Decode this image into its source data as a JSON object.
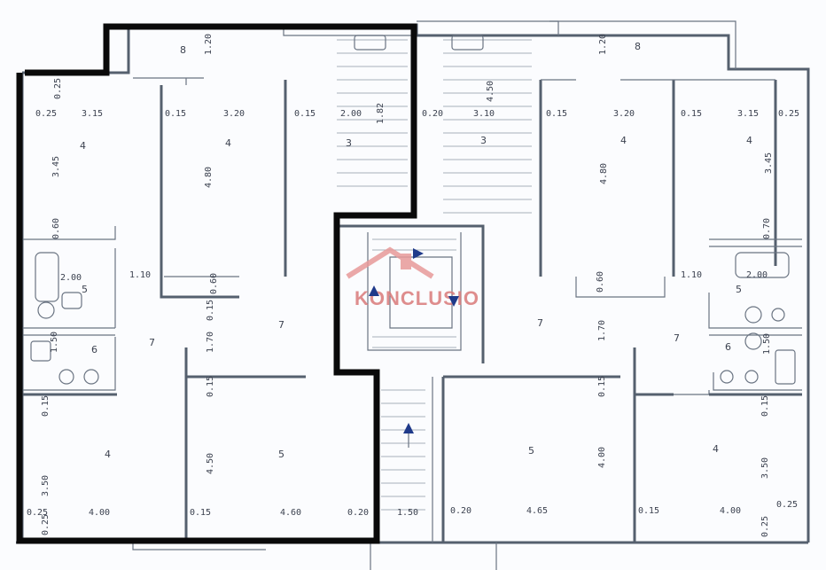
{
  "watermark_text": "KONCLUSIO",
  "colors": {
    "paper": "#fbfcfe",
    "wall": "#55606e",
    "highlight_outline": "#0a0a0a",
    "arrow": "#1f3a8a",
    "watermark_roof": "#e89a9a",
    "watermark_text": "#d97a7a"
  },
  "room_labels": {
    "l8": "8",
    "r8": "8",
    "l4a": "4",
    "l4b": "4",
    "l3": "3",
    "r3": "3",
    "r4a": "4",
    "r4b": "4",
    "l5bath": "5",
    "l6bath": "6",
    "l7hall": "7",
    "c7hall": "7",
    "r7hall": "7",
    "r7b": "7",
    "r5bath": "5",
    "r6bath": "6",
    "l4bottom": "4",
    "l5bottom": "5",
    "r5bottom": "5",
    "r4bottom": "4"
  },
  "dimensions": {
    "t120l": "1.20",
    "t120r": "1.20",
    "t025a": "0.25",
    "t315a": "3.15",
    "t015a": "0.15",
    "t320a": "3.20",
    "t015b": "0.15",
    "t200": "2.00",
    "t020a": "0.20",
    "t310": "3.10",
    "t015c": "0.15",
    "t320b": "3.20",
    "t015d": "0.15",
    "t315b": "3.15",
    "t025b": "0.25",
    "v025top": "0.25",
    "v345l": "3.45",
    "v480l": "4.80",
    "v182": "1.82",
    "v450": "4.50",
    "v480r": "4.80",
    "v345r": "3.45",
    "v060": "0.60",
    "v200l": "2.00",
    "v110l": "1.10",
    "v060c": "0.60",
    "v015c": "0.15",
    "v060r": "0.60",
    "v110r": "1.10",
    "v200r": "2.00",
    "v070": "0.70",
    "v150l": "1.50",
    "v170": "1.70",
    "v176": "1.70",
    "v150r": "1.50",
    "v015d": "0.15",
    "v015e": "0.15",
    "v015f": "0.15",
    "v015g": "0.15",
    "v350l": "3.50",
    "v450b": "4.50",
    "v400": "4.00",
    "v350r": "3.50",
    "v025bl": "0.25",
    "v025br": "0.25",
    "b025": "0.25",
    "b400a": "4.00",
    "b015a": "0.15",
    "b460": "4.60",
    "b020a": "0.20",
    "b150": "1.50",
    "b020b": "0.20",
    "b465": "4.65",
    "b015b": "0.15",
    "b400b": "4.00",
    "b025r": "0.25"
  }
}
